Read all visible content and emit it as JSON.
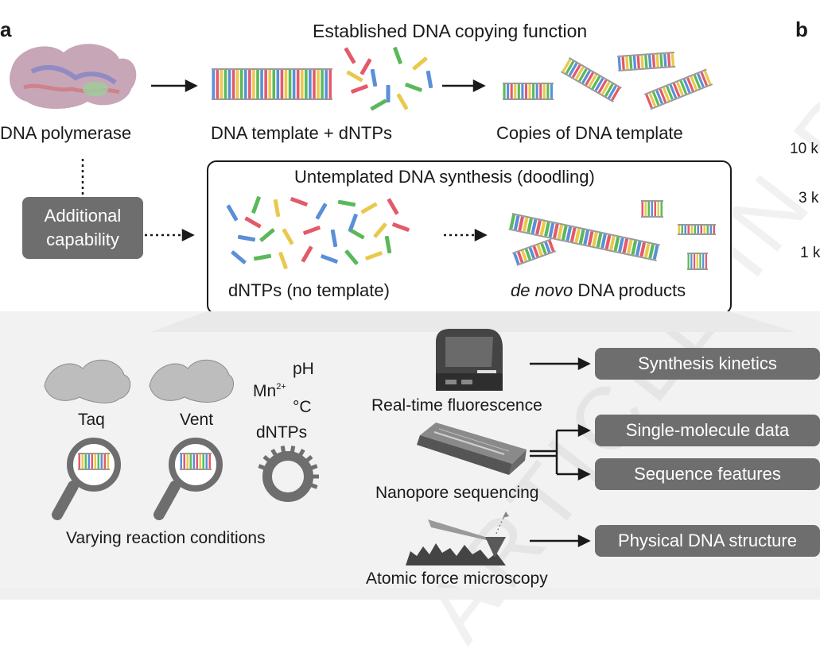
{
  "panels": {
    "a": "a",
    "b": "b"
  },
  "watermark": "ARTICLE IN PRESS",
  "top": {
    "title": "Established DNA copying function",
    "polymerase": "DNA polymerase",
    "template": "DNA template + dNTPs",
    "copies": "Copies of DNA template"
  },
  "middle": {
    "additional": "Additional capability",
    "box_title": "Untemplated DNA synthesis (doodling)",
    "dntps": "dNTPs (no template)",
    "denovo_italic": "de novo",
    "denovo_rest": " DNA products"
  },
  "bottom": {
    "taq": "Taq",
    "vent": "Vent",
    "ph": "pH",
    "mn": "Mn",
    "mn_sup": "2+",
    "celsius": "°C",
    "dntps": "dNTPs",
    "varying": "Varying reaction conditions",
    "realtime": "Real-time fluorescence",
    "nanopore": "Nanopore sequencing",
    "afm": "Atomic force microscopy"
  },
  "outputs": {
    "kinetics": "Synthesis kinetics",
    "single": "Single-molecule data",
    "sequence": "Sequence features",
    "physical": "Physical DNA structure"
  },
  "panel_b_axis": {
    "tick1": "10 k",
    "tick2": "3 k",
    "tick3": "1 k"
  },
  "colors": {
    "pill": "#6e6e6e",
    "base_red": "#e35a6a",
    "base_blue": "#5b8fd8",
    "base_green": "#5bb85a",
    "base_yellow": "#e9c94d",
    "backbone": "#9a9a9a"
  }
}
